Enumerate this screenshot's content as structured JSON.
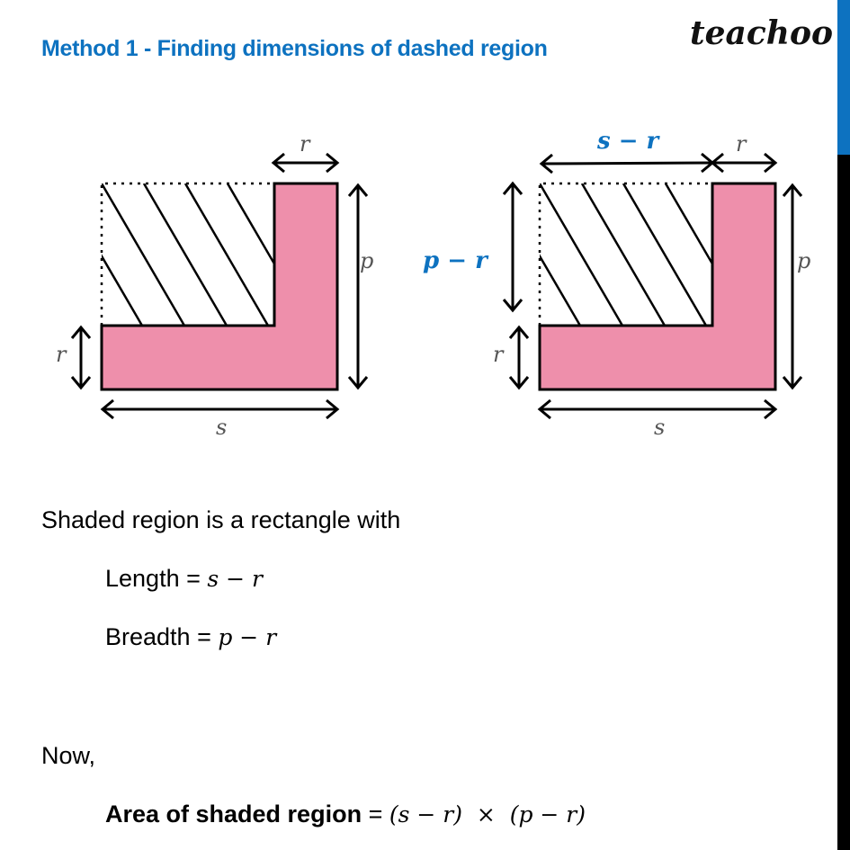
{
  "header": {
    "title": "Method 1 - Finding dimensions of dashed region",
    "logo": "teachoo"
  },
  "colors": {
    "accent": "#0d72c0",
    "shape_fill": "#ee8fab",
    "outline": "#000000"
  },
  "figure_left": {
    "labels": {
      "top": "r",
      "right": "p",
      "left": "r",
      "bottom": "s"
    }
  },
  "figure_right": {
    "labels": {
      "top_blue": "s − r",
      "top": "r",
      "left_blue": "p − r",
      "right": "p",
      "left": "r",
      "bottom": "s"
    }
  },
  "body": {
    "intro": "Shaded region is a rectangle with",
    "length_label": "Length = ",
    "length_value": "s − r",
    "breadth_label": "Breadth = ",
    "breadth_value": "p − r",
    "now": "Now,",
    "area_label": "Area of shaded region",
    "area_eq": " = ",
    "area_value": "(s − r)  ×  (p − r)"
  }
}
